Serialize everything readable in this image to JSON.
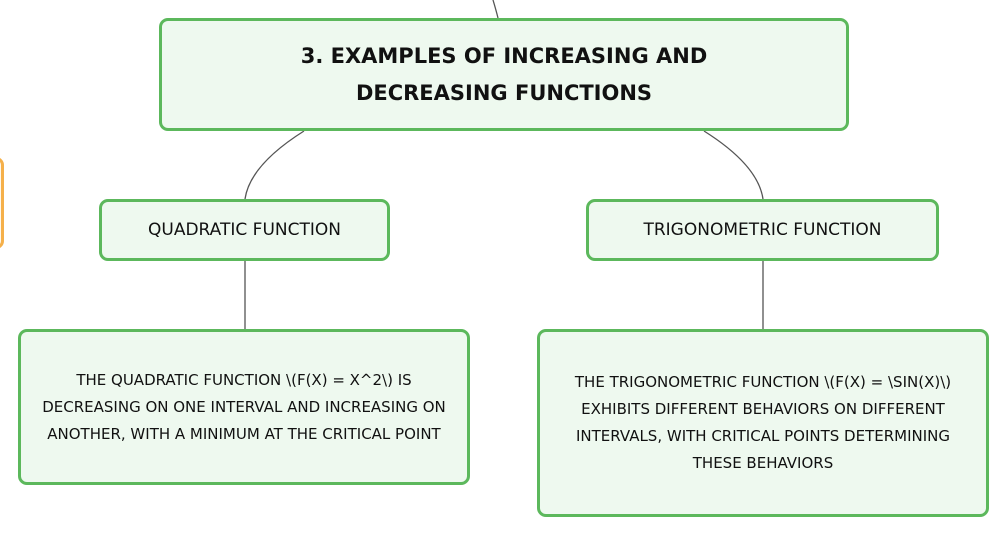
{
  "diagram": {
    "title": "3. EXAMPLES OF INCREASING AND DECREASING FUNCTIONS",
    "branches": [
      {
        "label": "QUADRATIC FUNCTION",
        "description": "THE QUADRATIC FUNCTION \\(F(X) = X^2\\) IS DECREASING ON ONE INTERVAL AND INCREASING ON ANOTHER, WITH A MINIMUM AT THE CRITICAL POINT"
      },
      {
        "label": "TRIGONOMETRIC FUNCTION",
        "description": "THE TRIGONOMETRIC FUNCTION \\(F(X) = \\SIN(X)\\) EXHIBITS DIFFERENT BEHAVIORS ON DIFFERENT INTERVALS, WITH CRITICAL POINTS DETERMINING THESE BEHAVIORS"
      }
    ]
  },
  "colors": {
    "node_border": "#5cb85c",
    "node_fill": "#eef9ef",
    "connector": "#555555",
    "side_node_border": "#f5b04a"
  }
}
